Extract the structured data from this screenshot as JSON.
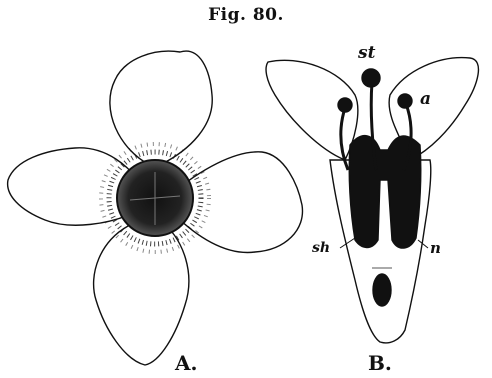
{
  "figure": {
    "title": "Fig. 80.",
    "label_A": "A.",
    "label_B": "B.",
    "label_st": "st",
    "label_a": "a",
    "label_sh": "sh",
    "label_n": "n"
  },
  "colors": {
    "ink": "#111111",
    "paper": "#ffffff"
  }
}
